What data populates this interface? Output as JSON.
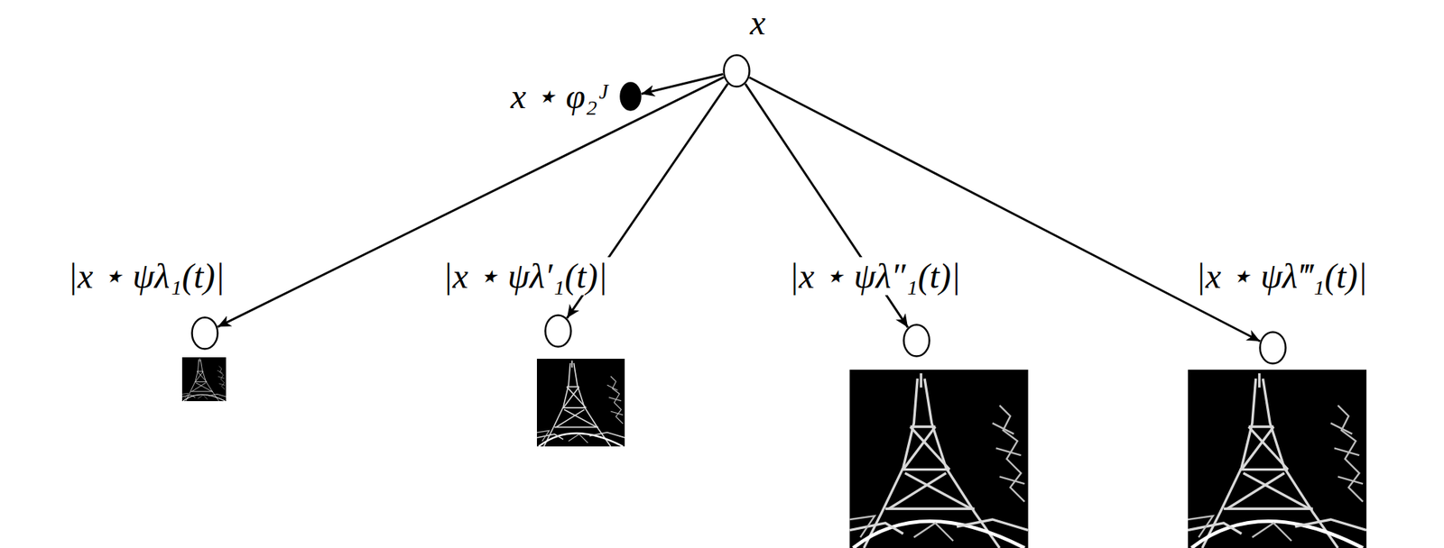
{
  "diagram": {
    "nodes": [
      {
        "text": [
          "x"
        ]
      },
      {
        "text": [
          "x ⋆ φ₂ᴶ"
        ]
      },
      {
        "text": [
          "|x ⋆ ψλ₁(t)|"
        ]
      },
      {
        "text": [
          "|x ⋆ ψλ′₁(t)|"
        ]
      },
      {
        "text": [
          "|x ⋆ ψλ″₁(t)|"
        ]
      },
      {
        "text": [
          "|x ⋆ ψλ‴₁(t)|"
        ]
      }
    ],
    "edges": [
      {
        "from": 0,
        "to": 1,
        "arrow": "to"
      },
      {
        "from": 0,
        "to": 2,
        "arrow": "to"
      },
      {
        "from": 0,
        "to": 3,
        "arrow": "to"
      },
      {
        "from": 0,
        "to": 4,
        "arrow": "to"
      },
      {
        "from": 0,
        "to": 5,
        "arrow": "to"
      }
    ]
  }
}
